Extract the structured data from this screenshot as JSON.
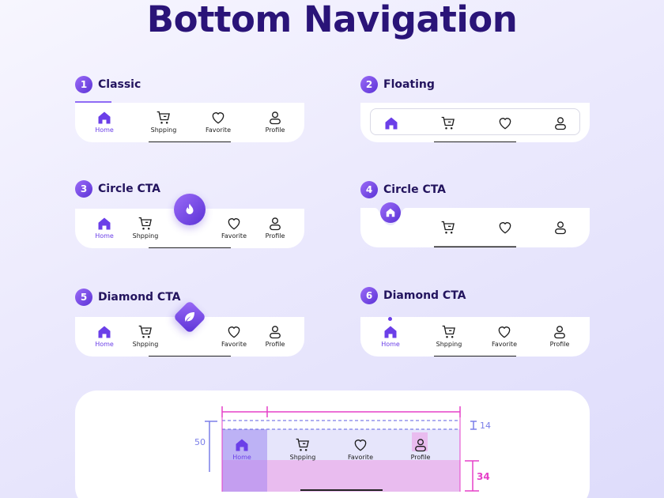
{
  "page": {
    "title": "Bottom Navigation"
  },
  "variants": [
    {
      "number": "1",
      "name": "Classic"
    },
    {
      "number": "2",
      "name": "Floating"
    },
    {
      "number": "3",
      "name": "Circle CTA"
    },
    {
      "number": "4",
      "name": "Circle CTA"
    },
    {
      "number": "5",
      "name": "Diamond CTA"
    },
    {
      "number": "6",
      "name": "Diamond CTA"
    }
  ],
  "nav": {
    "home": "Home",
    "shopping": "Shpping",
    "favorite": "Favorite",
    "profile": "Profile"
  },
  "spec": {
    "height_label": "50",
    "top_label": "14",
    "bottom_label": "34"
  },
  "colors": {
    "accent": "#6b3fe8",
    "accent_light": "#9b6bf7",
    "title": "#2a1478",
    "spec_pink": "#e640c8",
    "spec_blue": "#7a7ee8"
  },
  "icons": [
    "home-icon",
    "cart-icon",
    "heart-icon",
    "user-icon",
    "fire-icon",
    "leaf-icon"
  ]
}
